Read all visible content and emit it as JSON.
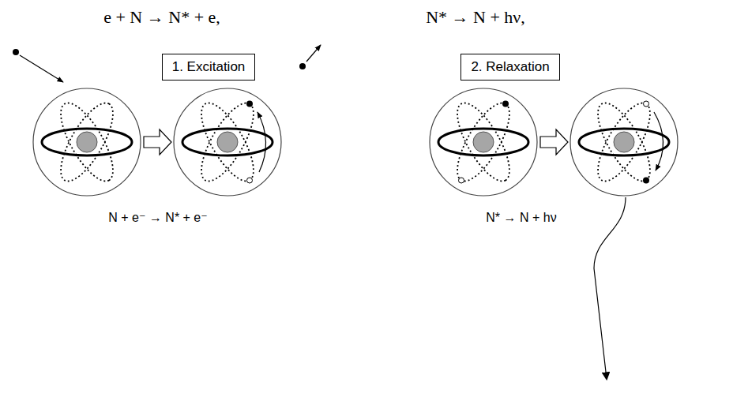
{
  "diagram": {
    "nodes": [
      {
        "text": [
          "1. Excitation"
        ]
      },
      {
        "text": [
          "2. Relaxation"
        ]
      }
    ],
    "labels": [
      "e + N → N* + e,",
      "N* → N + hν,",
      "N + e⁻ → N* + e⁻",
      "N* → N + hν"
    ]
  }
}
